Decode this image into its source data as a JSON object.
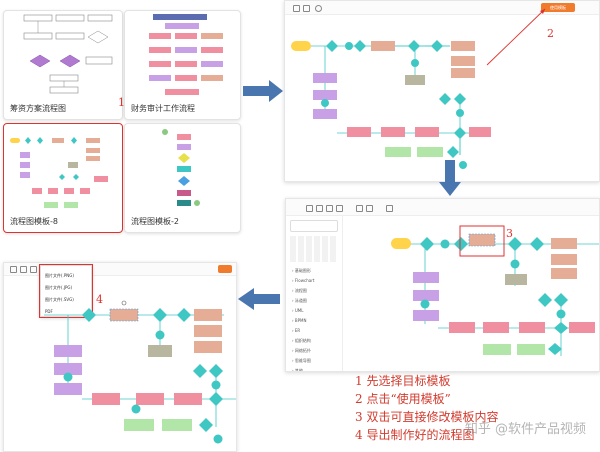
{
  "templates": [
    {
      "label": "筹资方案流程图"
    },
    {
      "label": "财务审计工作流程"
    },
    {
      "label": "流程图模板-8"
    },
    {
      "label": "流程图模板-2"
    }
  ],
  "markers": {
    "m1": "1",
    "m2": "2",
    "m3": "3",
    "m4": "4"
  },
  "editor": {
    "use_template_button": "使用模板"
  },
  "export_menu": {
    "items": [
      "图片文件(.PNG)",
      "图片文件(.JPG)",
      "图片文件(.SVG)",
      "PDF"
    ]
  },
  "side_panel": {
    "items": [
      "基础图形",
      "Flowchart",
      "流程图",
      "泳道图",
      "UML",
      "BPMN",
      "ER",
      "组织结构",
      "网络拓扑",
      "思维导图",
      "其他"
    ]
  },
  "steps": [
    "1 先选择目标模板",
    "2 点击“使用模板”",
    "3 双击可直接修改模板内容",
    "4 导出制作好的流程图"
  ],
  "watermark": "知乎 @软件产品视频",
  "colors": {
    "pink": "#f08fa0",
    "salmon": "#e6ad96",
    "purple": "#c8a0e6",
    "green": "#b2e6a8",
    "teal": "#3fc7c4",
    "olive": "#b9b6a0",
    "yellow": "#ffd34a",
    "arrow": "#4a76b0",
    "red": "#e0322f"
  }
}
